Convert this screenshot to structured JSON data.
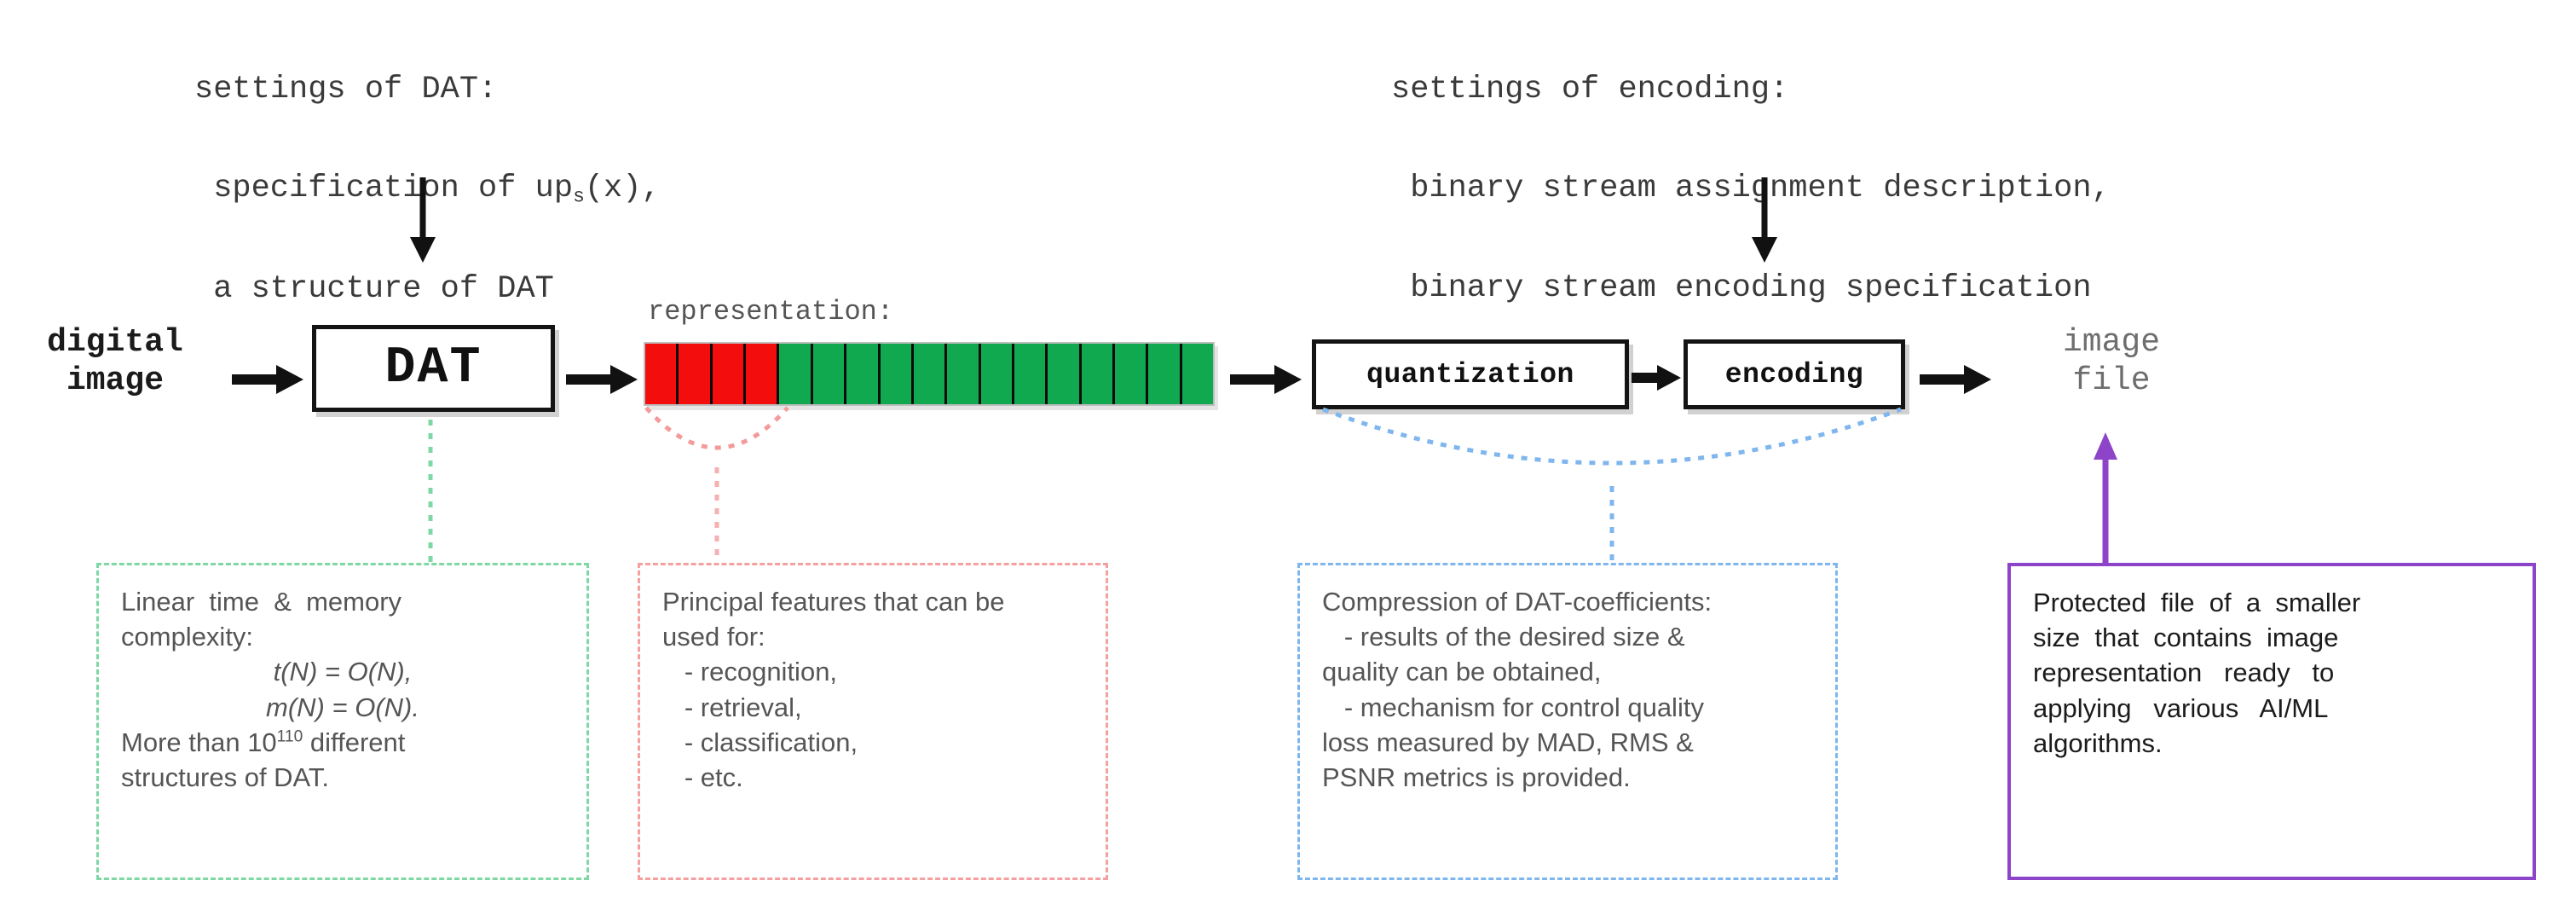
{
  "diagram": {
    "title_hint": "DAT-based image compression pipeline",
    "colors": {
      "dat_accent": "#7fd8a4",
      "representation_accent": "#f4a0a0",
      "compression_accent": "#7fb6ee",
      "output_accent": "#8e44c8",
      "cell_red": "#f40d0d",
      "cell_green": "#10a94f",
      "box_border": "#141414",
      "text_gray": "#555555"
    },
    "annotations": {
      "dat_settings": {
        "lines": [
          "settings of DAT:",
          "specification of up",
          "a structure of DAT"
        ],
        "subscript": "s",
        "line2_tail": "(x),"
      },
      "encoding_settings": {
        "lines": [
          "settings of encoding:",
          "binary stream assignment description,",
          "binary stream encoding specification"
        ]
      }
    },
    "flow": {
      "input_label": "digital\nimage",
      "dat_box": "DAT",
      "representation_label": "representation:",
      "quantization_box": "quantization",
      "encoding_box": "encoding",
      "output_label": "image\nfile"
    },
    "representation_bar": {
      "red_cells": 4,
      "green_cells": 13,
      "red_color": "#f40d0d",
      "green_color": "#10a94f"
    },
    "callouts": {
      "dat": {
        "lines": [
          "Linear  time  &  memory",
          "complexity:"
        ],
        "formulas": [
          "t(N) = O(N),",
          "m(N) = O(N)."
        ],
        "tail_pre": "More than 10",
        "tail_sup": "110",
        "tail_post": " different",
        "tail_last": "structures of DAT."
      },
      "representation": {
        "lines": [
          "Principal features that can be",
          "used for:",
          "   - recognition,",
          "   - retrieval,",
          "   - classification,",
          "   - etc."
        ]
      },
      "compression": {
        "lines": [
          "Compression of DAT-coefficients:",
          "   - results of the desired size &",
          "quality can be obtained,",
          "   - mechanism for control quality",
          "loss measured by MAD, RMS &",
          "PSNR metrics is provided."
        ]
      },
      "output": {
        "lines": [
          "Protected  file  of  a  smaller",
          "size  that  contains  image",
          "representation   ready   to",
          "applying   various   AI/ML",
          "algorithms."
        ]
      }
    }
  }
}
